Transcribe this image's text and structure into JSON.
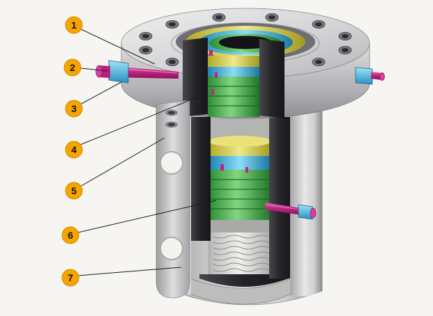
{
  "callouts": [
    {
      "label": "1"
    },
    {
      "label": "2"
    },
    {
      "label": "3"
    },
    {
      "label": "4"
    },
    {
      "label": "5"
    },
    {
      "label": "6"
    },
    {
      "label": "7"
    }
  ],
  "colors": {
    "background": "#f6f5f1",
    "callout": "#f6a400",
    "callout_border": "#d28c00",
    "number": "#141414",
    "magenta": "#c02383",
    "cyan": "#3fb2dc",
    "green": "#3ba845",
    "yellow": "#dcd23e",
    "body_gray": "#c8c8c8",
    "section_dark": "#26262b"
  }
}
